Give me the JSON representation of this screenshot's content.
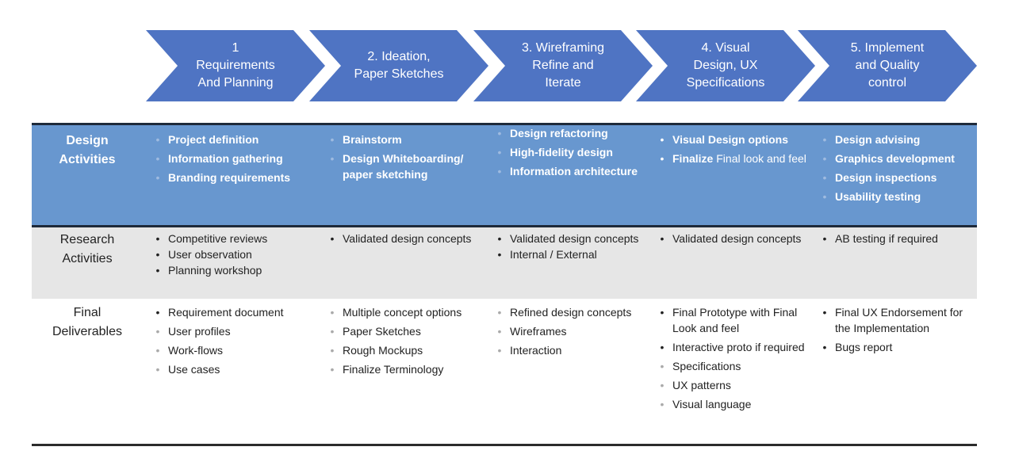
{
  "colors": {
    "chevron_fill": "#4f74c3",
    "design_row_bg": "#6897cf",
    "research_row_bg": "#e6e6e6",
    "deliverables_row_bg": "#ffffff",
    "border": "#1e2a3a"
  },
  "phases": [
    {
      "label": "1\nRequirements\nAnd Planning"
    },
    {
      "label": "2.  Ideation,\nPaper Sketches"
    },
    {
      "label": "3. Wireframing\nRefine and\nIterate"
    },
    {
      "label": "4. Visual\nDesign, UX\nSpecifications"
    },
    {
      "label": "5. Implement\nand Quality\ncontrol"
    }
  ],
  "rows": {
    "design": {
      "label": "Design\nActivities",
      "columns": [
        {
          "items": [
            {
              "text": "Project definition"
            },
            {
              "text": "Information gathering"
            },
            {
              "text": "Branding requirements"
            }
          ]
        },
        {
          "items": [
            {
              "text": "Brainstorm"
            },
            {
              "text": "Design Whiteboarding/ paper sketching"
            }
          ]
        },
        {
          "items": [
            {
              "text": "Design refactoring"
            },
            {
              "text": "High-fidelity design"
            },
            {
              "text": "Information architecture"
            }
          ]
        },
        {
          "items": [
            {
              "text": "Visual Design options"
            },
            {
              "bold": "Finalize",
              "text": " Final look and feel"
            }
          ]
        },
        {
          "items": [
            {
              "text": "Design advising"
            },
            {
              "text": "Graphics development"
            },
            {
              "text": "Design inspections"
            },
            {
              "text": "Usability testing"
            }
          ]
        }
      ]
    },
    "research": {
      "label": "Research\nActivities",
      "columns": [
        {
          "items": [
            {
              "text": "Competitive reviews"
            },
            {
              "text": "User observation"
            },
            {
              "text": "Planning workshop"
            }
          ]
        },
        {
          "items": [
            {
              "text": "Validated design concepts"
            }
          ]
        },
        {
          "items": [
            {
              "text": "Validated design concepts"
            },
            {
              "text": "Internal / External"
            }
          ]
        },
        {
          "items": [
            {
              "text": "Validated design concepts"
            }
          ]
        },
        {
          "items": [
            {
              "text": "AB testing if required"
            }
          ]
        }
      ]
    },
    "deliverables": {
      "label": "Final\nDeliverables",
      "columns": [
        {
          "items": [
            {
              "text": "Requirement document"
            },
            {
              "text": "User profiles"
            },
            {
              "text": "Work-flows"
            },
            {
              "text": "Use cases"
            }
          ]
        },
        {
          "items": [
            {
              "text": "Multiple concept options"
            },
            {
              "text": "Paper Sketches"
            },
            {
              "text": "Rough Mockups"
            },
            {
              "text": "Finalize Terminology"
            }
          ]
        },
        {
          "items": [
            {
              "text": "Refined design concepts"
            },
            {
              "text": "Wireframes"
            },
            {
              "text": "Interaction"
            }
          ]
        },
        {
          "items": [
            {
              "text": "Final Prototype with Final Look and feel"
            },
            {
              "text": "Interactive proto if required"
            },
            {
              "text": "Specifications"
            },
            {
              "text": "UX patterns"
            },
            {
              "text": "Visual language"
            }
          ]
        },
        {
          "items": [
            {
              "text": "Final UX Endorsement for the Implementation"
            },
            {
              "text": "Bugs report"
            }
          ]
        }
      ]
    }
  }
}
